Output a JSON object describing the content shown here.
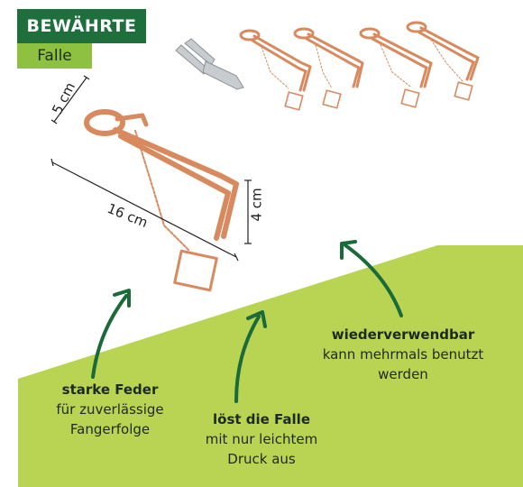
{
  "badge": {
    "line1": "BEWÄHRTE",
    "line2": "Falle"
  },
  "dimensions": {
    "width": "5 cm",
    "length": "16 cm",
    "height": "4 cm"
  },
  "features": [
    {
      "title": "starke Feder",
      "text1": "für zuverlässige",
      "text2": "Fangerfolge"
    },
    {
      "title": "löst die Falle",
      "text1": "mit nur leichtem",
      "text2": "Druck aus"
    },
    {
      "title": "wiederverwendbar",
      "text1": "kann mehrmals benutzt",
      "text2": "werden"
    }
  ],
  "colors": {
    "dark_green": "#1e6f3c",
    "lime_green": "#8dc13f",
    "arrow_green": "#1a6a3a",
    "copper": "#d88a5e"
  }
}
